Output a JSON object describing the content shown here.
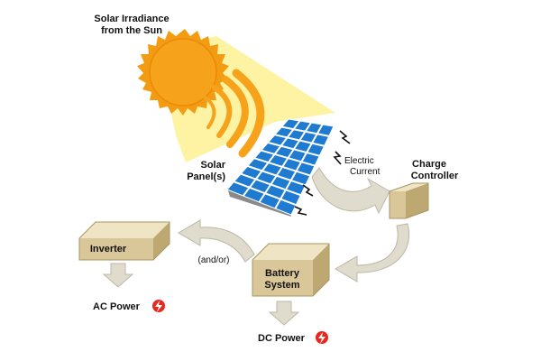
{
  "sun": {
    "label_line1": "Solar Irradiance",
    "label_line2": "from the Sun"
  },
  "panel": {
    "label_line1": "Solar",
    "label_line2": "Panel(s)"
  },
  "current": {
    "label_line1": "Electric",
    "label_line2": "Current"
  },
  "controller": {
    "label_line1": "Charge",
    "label_line2": "Controller"
  },
  "inverter": {
    "label": "Inverter"
  },
  "andor": {
    "label": "(and/or)"
  },
  "battery": {
    "label_line1": "Battery",
    "label_line2": "System"
  },
  "ac_power": {
    "label": "AC Power"
  },
  "dc_power": {
    "label": "DC Power"
  },
  "colors": {
    "sun_core": "#f7a21b",
    "sun_rays": "#f39c12",
    "beam": "#fdf3a3",
    "panel_cell": "#1f7ad1",
    "box_front": "#d9c79a",
    "box_top": "#efe4c4",
    "box_side": "#bda872",
    "arrow": "#e0dccd",
    "power_icon": "#e8281e"
  },
  "icons": {
    "sun": "sun-icon",
    "spark": "lightning-spark-icon",
    "power": "power-bolt-icon"
  }
}
